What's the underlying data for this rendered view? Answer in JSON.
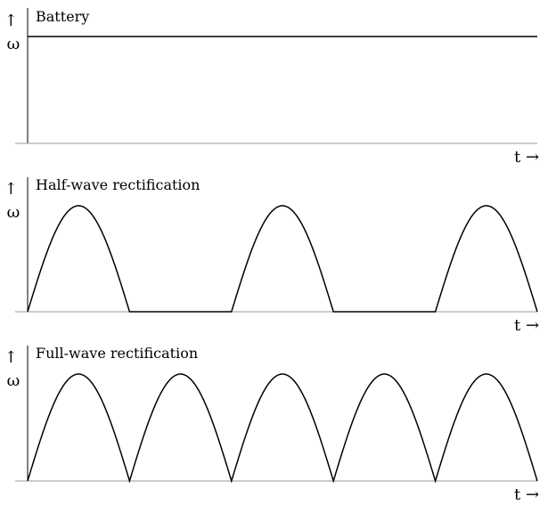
{
  "chart_data": [
    {
      "type": "line",
      "title": "Battery",
      "ylabel": "↑\nω",
      "xlabel": "t →",
      "xlim": [
        0,
        5
      ],
      "ylim": [
        0,
        1.2
      ],
      "grid": false,
      "series": [
        {
          "x": [
            0,
            5
          ],
          "y": [
            1,
            1
          ]
        }
      ]
    },
    {
      "type": "line",
      "title": "Half-wave rectification",
      "ylabel": "↑\nω",
      "xlabel": "t →",
      "xlim": [
        0,
        5
      ],
      "ylim": [
        0,
        1.2
      ],
      "grid": false,
      "waveform": "half-wave rectified sine",
      "period": 2,
      "peak": 1,
      "series": [
        {
          "x": [
            0,
            0.5,
            1,
            1.5,
            2,
            2.5,
            3,
            3.5,
            4,
            4.5,
            5
          ],
          "y": [
            0,
            1,
            0,
            0,
            0,
            1,
            0,
            0,
            0,
            1,
            0
          ]
        }
      ]
    },
    {
      "type": "line",
      "title": "Full-wave rectification",
      "ylabel": "↑\nω",
      "xlabel": "t →",
      "xlim": [
        0,
        5
      ],
      "ylim": [
        0,
        1.2
      ],
      "grid": false,
      "waveform": "full-wave rectified sine",
      "period": 1,
      "peak": 1,
      "series": [
        {
          "x": [
            0,
            0.5,
            1,
            1.5,
            2,
            2.5,
            3,
            3.5,
            4,
            4.5,
            5
          ],
          "y": [
            0,
            1,
            0,
            1,
            0,
            1,
            0,
            1,
            0,
            1,
            0
          ]
        }
      ]
    }
  ]
}
